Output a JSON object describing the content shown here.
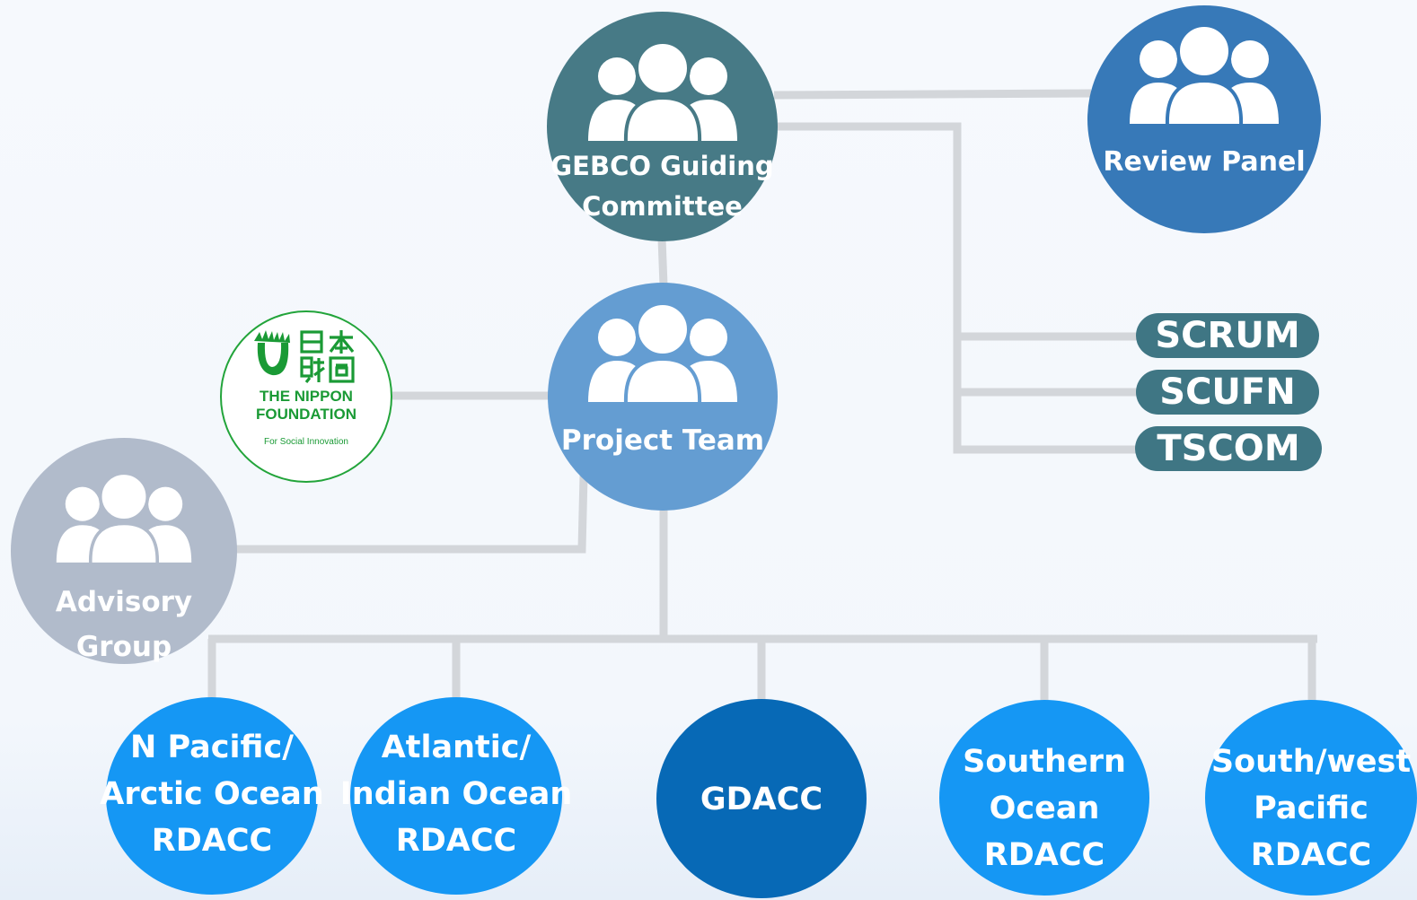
{
  "colors": {
    "connector": "#d3d6da",
    "guiding": "#477a86",
    "review": "#3779b8",
    "project": "#649dd2",
    "advisory": "#b1bbcb",
    "subcommittee": "#3f7684",
    "rdacc": "#1597f4",
    "gdacc": "#0769b6",
    "nippon_green": "#1a9a35"
  },
  "nodes": {
    "guiding": {
      "label_lines": [
        "GEBCO Guiding",
        "Committee"
      ],
      "icon": "group-icon"
    },
    "review": {
      "label_lines": [
        "Review Panel"
      ],
      "icon": "group-icon"
    },
    "project": {
      "label_lines": [
        "Project Team"
      ],
      "icon": "group-icon"
    },
    "advisory": {
      "label_lines": [
        "Advisory",
        "Group"
      ],
      "icon": "group-icon"
    }
  },
  "subcommittees": [
    "SCRUM",
    "SCUFN",
    "TSCOM"
  ],
  "centers": [
    {
      "label_lines": [
        "N Pacific/",
        "Arctic Ocean",
        "RDACC"
      ]
    },
    {
      "label_lines": [
        "Atlantic/",
        "Indian Ocean",
        "RDACC"
      ]
    },
    {
      "label_lines": [
        "GDACC"
      ]
    },
    {
      "label_lines": [
        "Southern",
        "Ocean",
        "RDACC"
      ]
    },
    {
      "label_lines": [
        "South/west",
        "Pacific",
        "RDACC"
      ]
    }
  ],
  "partner": {
    "name_line1": "THE NIPPON",
    "name_line2": "FOUNDATION",
    "tagline": "For Social Innovation",
    "kanji": "日本財団",
    "icon": "nippon-foundation-logo-icon"
  }
}
